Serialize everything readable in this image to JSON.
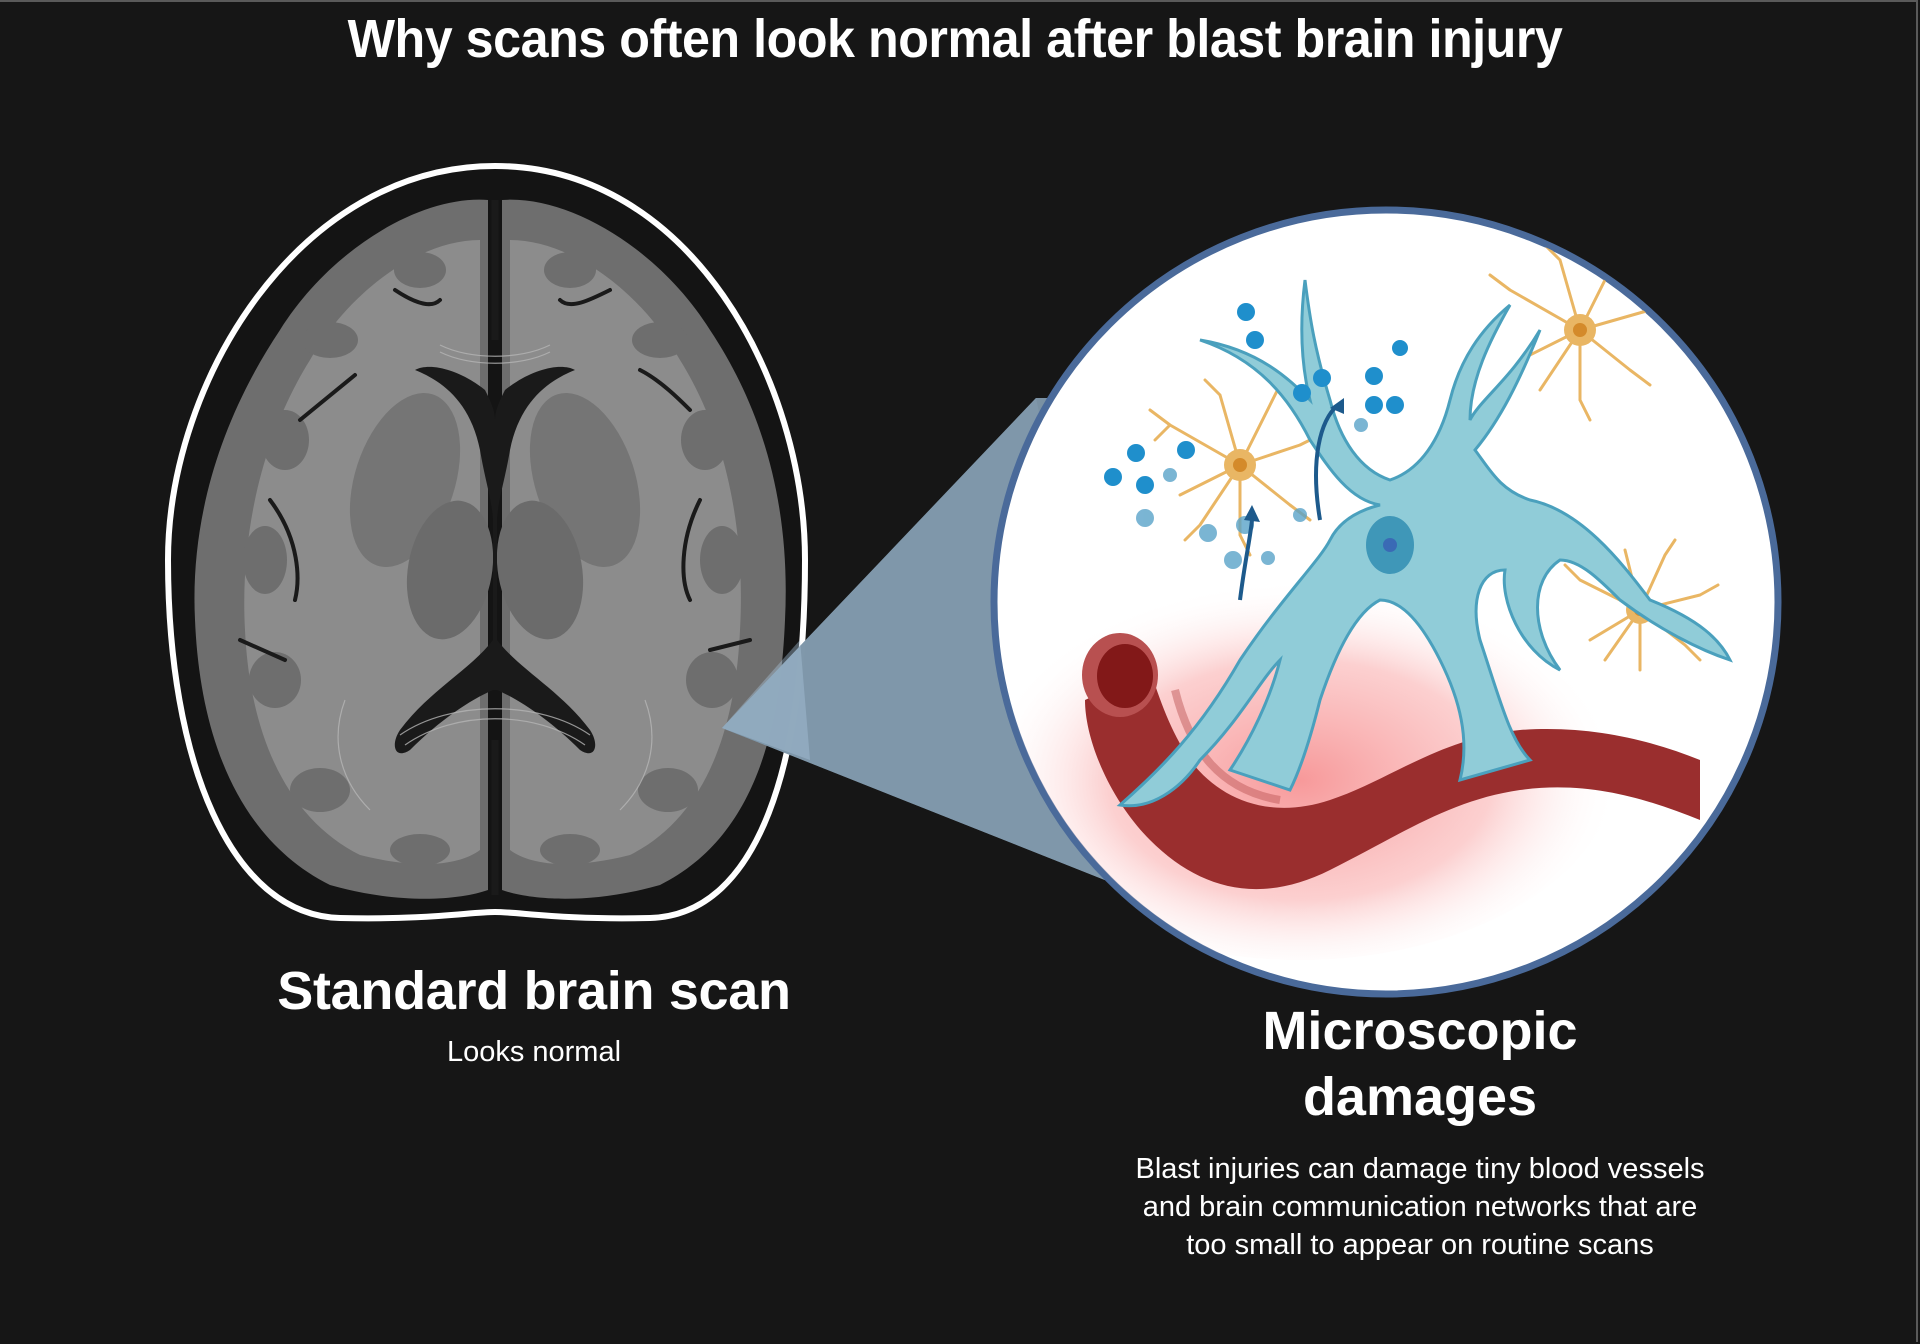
{
  "title": "Why scans often look normal after blast brain injury",
  "left_panel": {
    "heading": "Standard brain scan",
    "subheading": "Looks normal",
    "image": "axial-brain-mri-illustration"
  },
  "right_panel": {
    "heading_line1": "Microscopic",
    "heading_line2": "damages",
    "description": "Blast injuries can damage tiny blood vessels and brain communication networks that are too small to appear on routine scans",
    "image": "magnified-neuron-astrocytes-blood-vessel"
  },
  "colors": {
    "background": "#161616",
    "text": "#ffffff",
    "head_outline": "#ffffff",
    "brain_gray_matter": "#6f6f6f",
    "brain_white_matter": "#8e8e8e",
    "ventricles": "#1a1a1a",
    "zoom_wedge": "#8098ab",
    "circle_border": "#4a6a9a",
    "circle_fill": "#ffffff",
    "neuron": "#90ccd8",
    "neuron_outline": "#4aa0bd",
    "astrocyte": "#e9b664",
    "vessel": "#9a2e2e",
    "vessel_lumen": "#821818",
    "damage_glow": "#f7999a",
    "particles": "#1f8fcc",
    "arrows": "#1d5a8c"
  }
}
